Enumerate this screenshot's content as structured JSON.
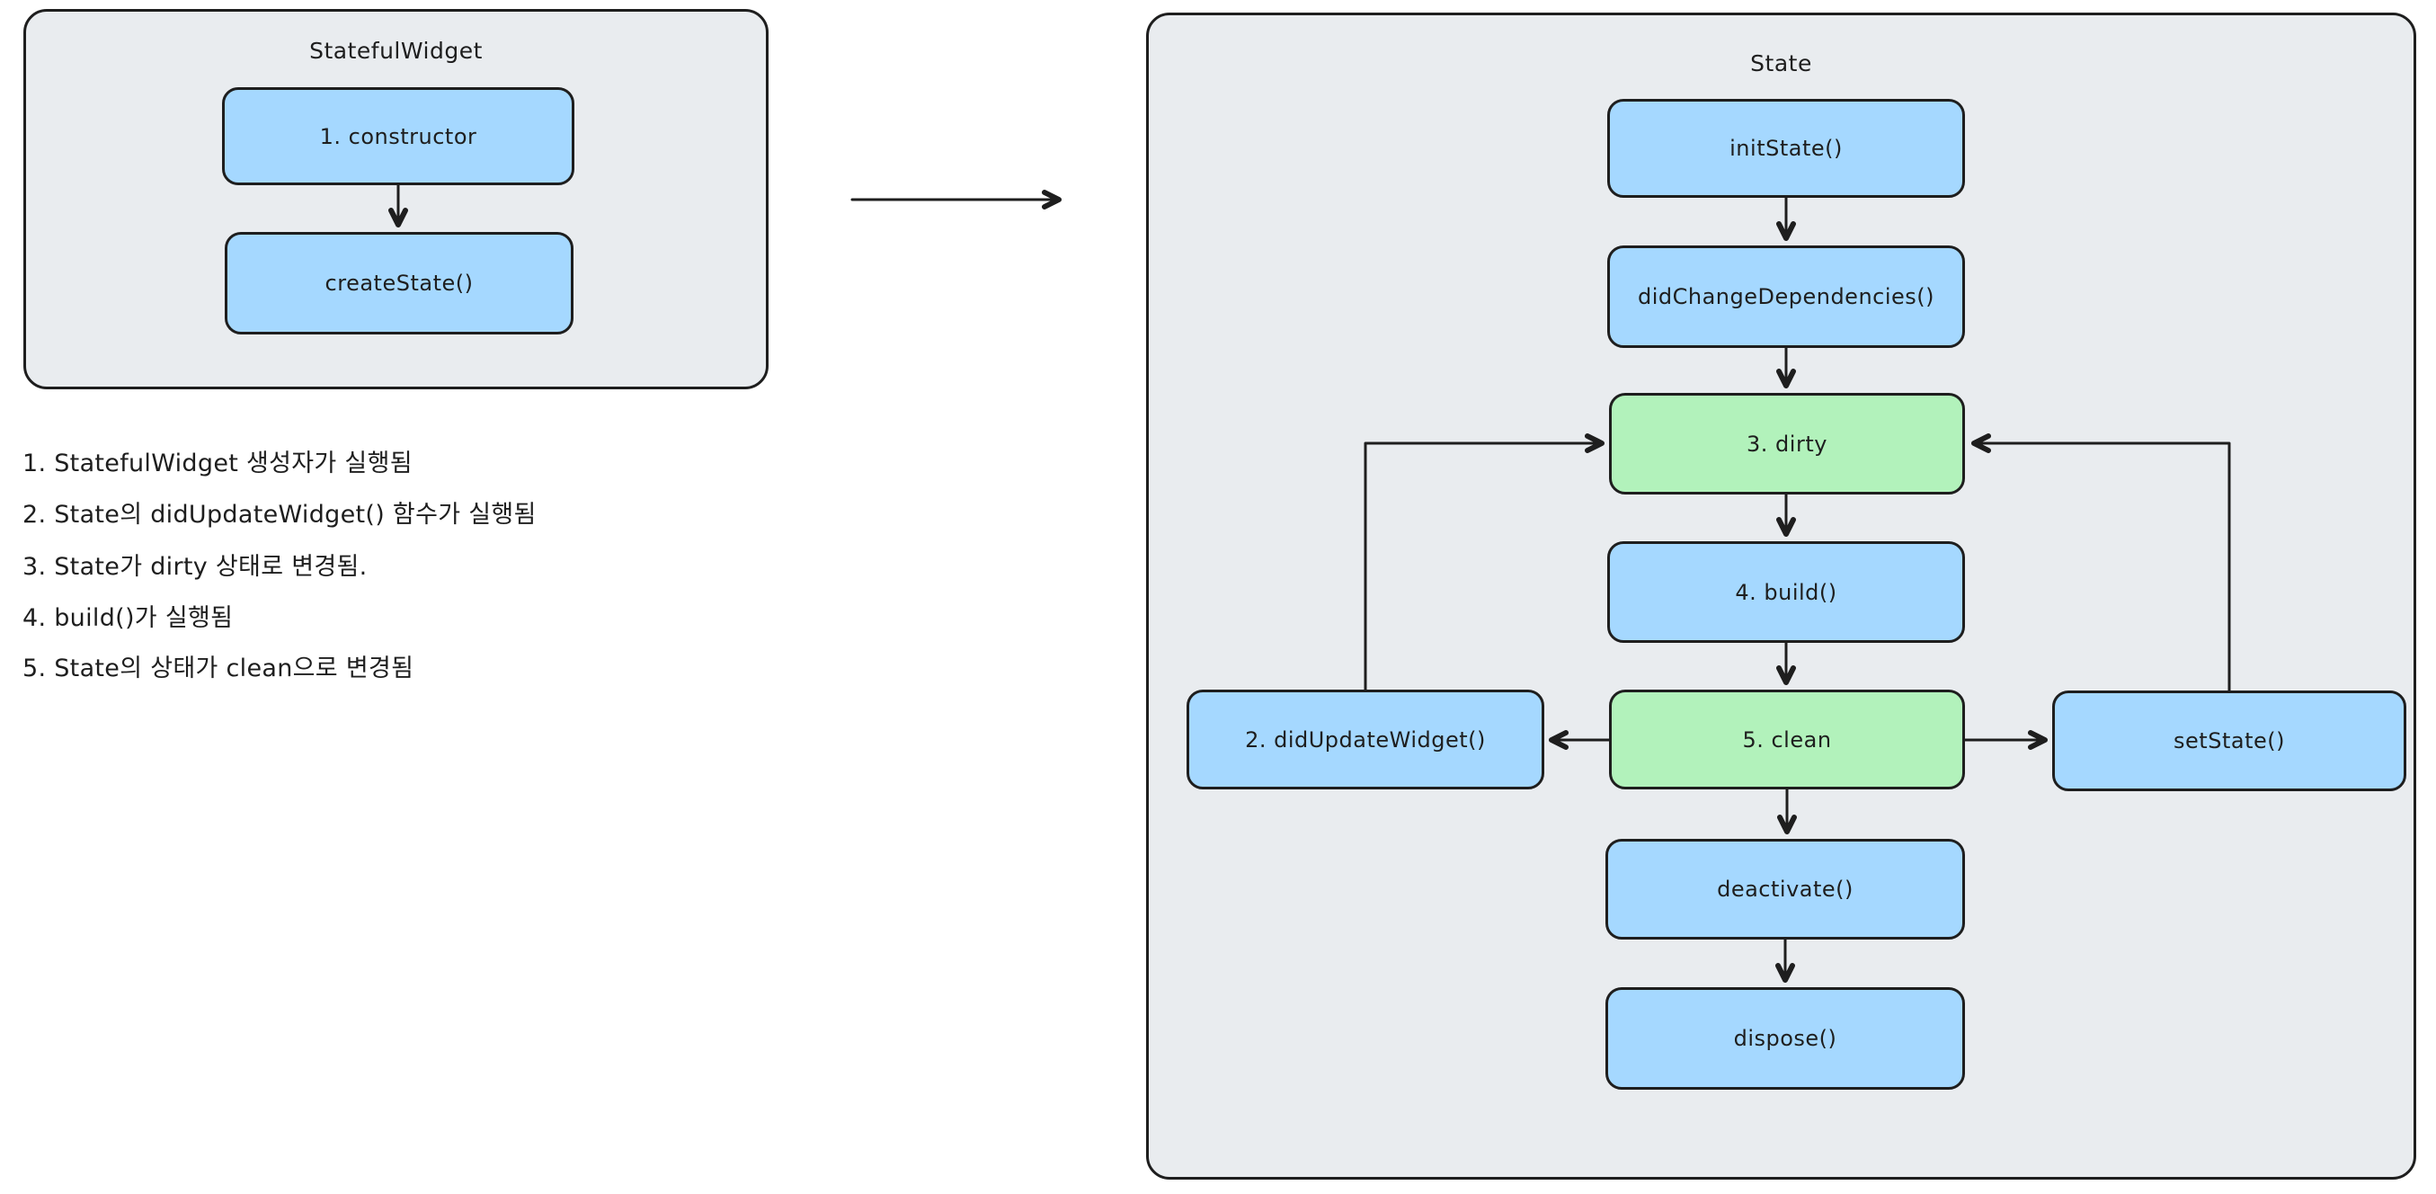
{
  "colors": {
    "canvas_bg": "#ffffff",
    "container_fill": "#e9ecef",
    "node_blue": "#a5d8ff",
    "node_green": "#b2f2bb",
    "stroke": "#1e1e1e"
  },
  "stateful_widget_panel": {
    "title": "StatefulWidget",
    "nodes": {
      "constructor": "1. constructor",
      "create_state": "createState()"
    }
  },
  "state_panel": {
    "title": "State",
    "nodes": {
      "init_state": "initState()",
      "did_change_dependencies": "didChangeDependencies()",
      "dirty": "3. dirty",
      "build": "4. build()",
      "clean": "5. clean",
      "did_update_widget": "2. didUpdateWidget()",
      "set_state": "setState()",
      "deactivate": "deactivate()",
      "dispose": "dispose()"
    }
  },
  "notes": {
    "items": [
      "1. StatefulWidget 생성자가 실행됨",
      "2. State의 didUpdateWidget() 함수가 실행됨",
      "3. State가 dirty 상태로 변경됨.",
      "4. build()가 실행됨",
      "5. State의 상태가 clean으로 변경됨"
    ]
  }
}
